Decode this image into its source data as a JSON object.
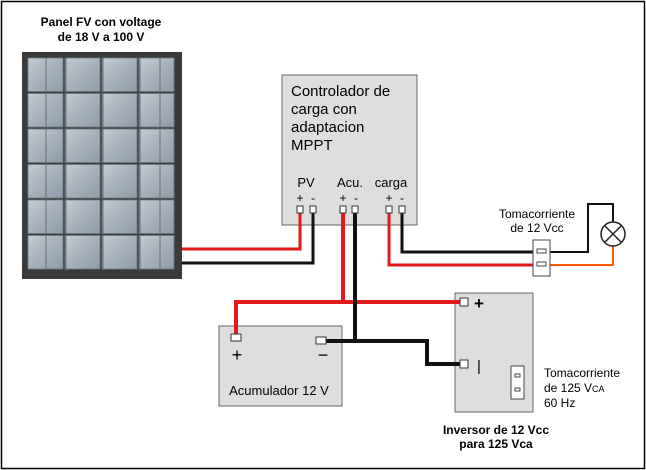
{
  "panel": {
    "title_line1": "Panel FV con voltage",
    "title_line2": "de 18 V a 100 V"
  },
  "controller": {
    "title_lines": [
      "Controlador de",
      "carga con",
      "adaptacion",
      "MPPT"
    ],
    "terminal_groups": [
      {
        "label": "PV",
        "plus": "+",
        "minus": "-"
      },
      {
        "label": "Acu.",
        "plus": "+",
        "minus": "-"
      },
      {
        "label": "carga",
        "plus": "+",
        "minus": "-"
      }
    ]
  },
  "dc_outlet": {
    "label_line1": "Tomacorriente",
    "label_line2": "de 12 Vcc"
  },
  "battery": {
    "plus": "+",
    "minus": "−",
    "label": "Acumulador 12 V"
  },
  "inverter": {
    "plus": "+",
    "minus": "|",
    "caption_line1": "Inversor de 12 Vcc",
    "caption_line2": "para 125 Vca"
  },
  "ac_outlet": {
    "label_line1": "Tomacorriente",
    "label_line2_prefix": "de 125 V",
    "label_line2_sub": "CA",
    "label_line3": "60 Hz"
  },
  "colors": {
    "positive_wire": "#e3191b",
    "negative_wire": "#111111",
    "lamp_wire": "#ff5a00",
    "box_fill": "#dedede",
    "panel_frame": "#3a3a3a",
    "panel_cell": "#a7b2bc"
  },
  "icons": [
    "solar-panel",
    "lamp-icon",
    "dc-outlet-icon",
    "ac-outlet-icon"
  ]
}
